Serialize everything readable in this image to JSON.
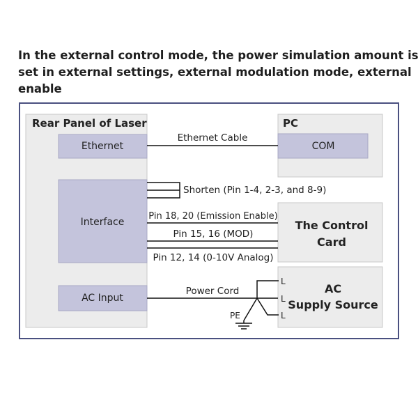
{
  "heading": {
    "line1": "In the external control mode, the power simulation amount is",
    "line2": "set in external settings, external modulation mode, external",
    "line3": "enable"
  },
  "diagram": {
    "laser_panel_title": "Rear Panel of Laser",
    "ethernet_label": "Ethernet",
    "interface_label": "Interface",
    "ac_input_label": "AC Input",
    "pc_title": "PC",
    "com_label": "COM",
    "ethernet_cable_label": "Ethernet Cable",
    "shorten_label": "Shorten (Pin 1-4, 2-3, and 8-9)",
    "pin_emission_label": "Pin 18, 20 (Emission Enable)",
    "pin_mod_label": "Pin 15, 16 (MOD)",
    "pin_analog_label": "Pin 12, 14 (0-10V Analog)",
    "control_card_line1": "The Control",
    "control_card_line2": "Card",
    "power_cord_label": "Power Cord",
    "pe_label": "PE",
    "l_label_1": "L",
    "l_label_2": "L",
    "l_label_3": "L",
    "ac_line1": "AC",
    "ac_line2": "Supply Source"
  },
  "colors": {
    "outer_border": "#4a5080",
    "panel_fill": "#ececec",
    "module_fill": "#c4c4dc",
    "line": "#111111"
  }
}
